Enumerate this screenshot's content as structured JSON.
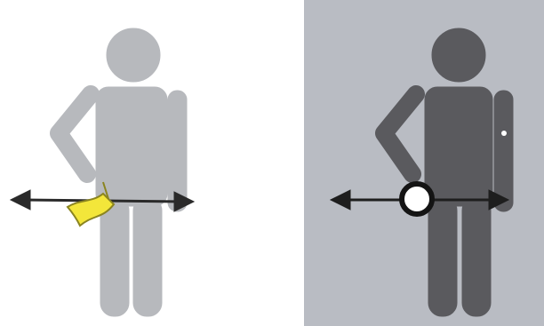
{
  "panels": [
    {
      "name": "left",
      "background": "#ffffff",
      "figure_color": "#b7b9bd",
      "arrow_color": "#2a2a2a",
      "marker": "yellow-flag",
      "marker_color": "#f3e63a"
    },
    {
      "name": "right",
      "background": "#b9bcc3",
      "figure_color": "#5a5a5e",
      "arrow_color": "#1e1e1e",
      "marker": "white-ring",
      "marker_color": "#ffffff"
    }
  ]
}
